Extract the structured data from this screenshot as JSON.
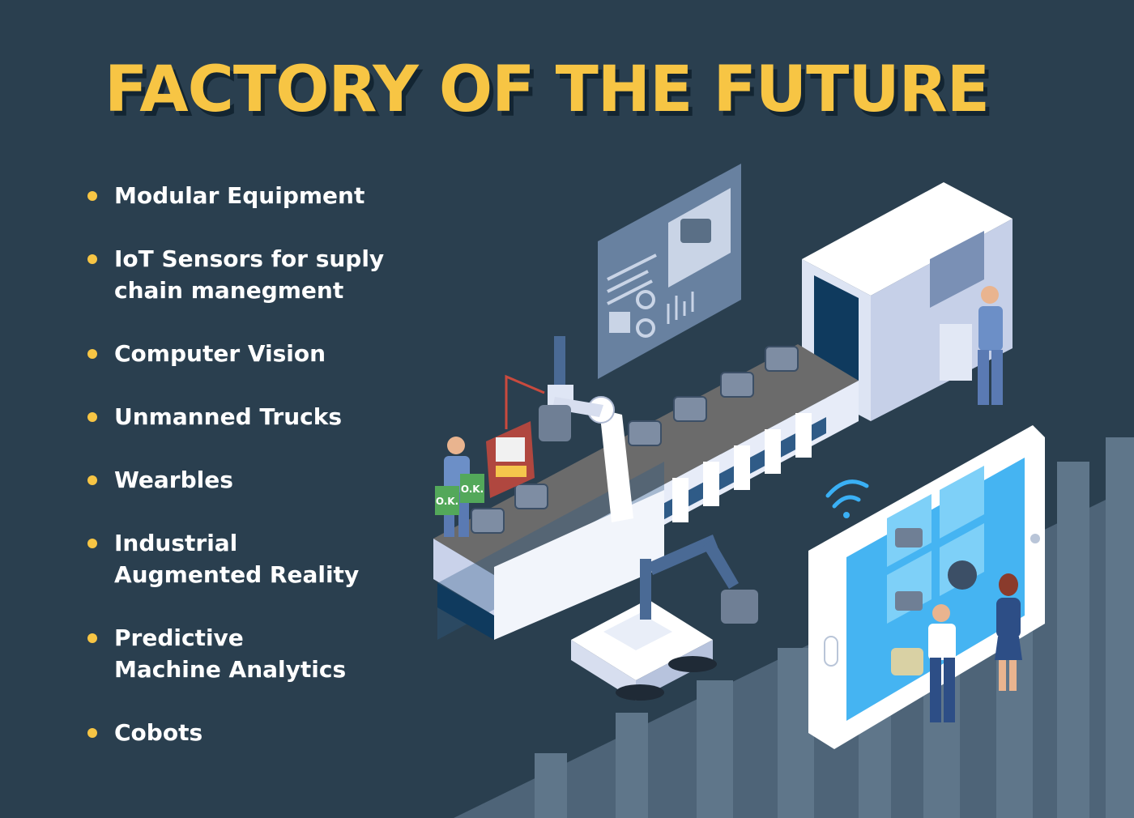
{
  "title": "FACTORY OF THE FUTURE",
  "colors": {
    "background": "#2a3f4f",
    "title": "#f7c544",
    "bullet_dot": "#f7c544",
    "bullet_text": "#ffffff"
  },
  "bullets": [
    "Modular Equipment",
    "IoT Sensors for suply\nchain manegment",
    "Computer Vision",
    "Unmanned Trucks",
    "Wearbles",
    "Industrial\nAugmented Reality",
    "Predictive\nMachine Analytics",
    "Cobots"
  ],
  "illustration": {
    "sign_left": "O.K.",
    "sign_right": "O.K."
  }
}
